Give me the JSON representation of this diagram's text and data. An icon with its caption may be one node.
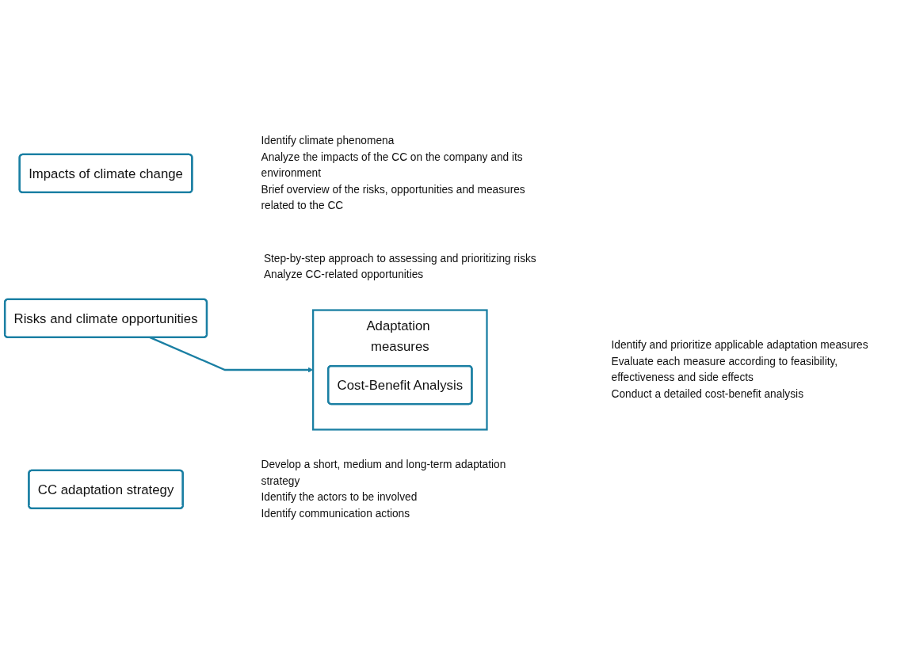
{
  "diagram": {
    "nodes": [
      {
        "text": [
          "Impacts of climate change"
        ],
        "beside": [
          "Identify climate phenomena",
          "Analyze the impacts of the CC on the company and its environment",
          "Brief overview of the risks, opportunities and measures related to the CC"
        ]
      },
      {
        "text": [
          "Risks and climate opportunities"
        ],
        "beside": [
          "Step-by-step approach to assessing and prioritizing risks",
          "Analyze CC-related opportunities"
        ]
      },
      {
        "text": [
          "Adaptation measures"
        ],
        "beside": [
          "Identify and prioritize applicable adaptation measures",
          "Evaluate each measure according to feasibility, effectiveness and side effects",
          "Conduct a detailed cost-benefit analysis"
        ]
      },
      {
        "text": [
          "Cost-Benefit Analysis"
        ],
        "in": 2
      },
      {
        "text": [
          "CC adaptation strategy"
        ],
        "beside": [
          "Develop a short, medium and long-term adaptation strategy",
          "Identify the actors to be involved",
          "Identify communication actions"
        ]
      }
    ],
    "edges": [
      {
        "from": 1,
        "to": 2,
        "arrow": "to"
      }
    ]
  }
}
